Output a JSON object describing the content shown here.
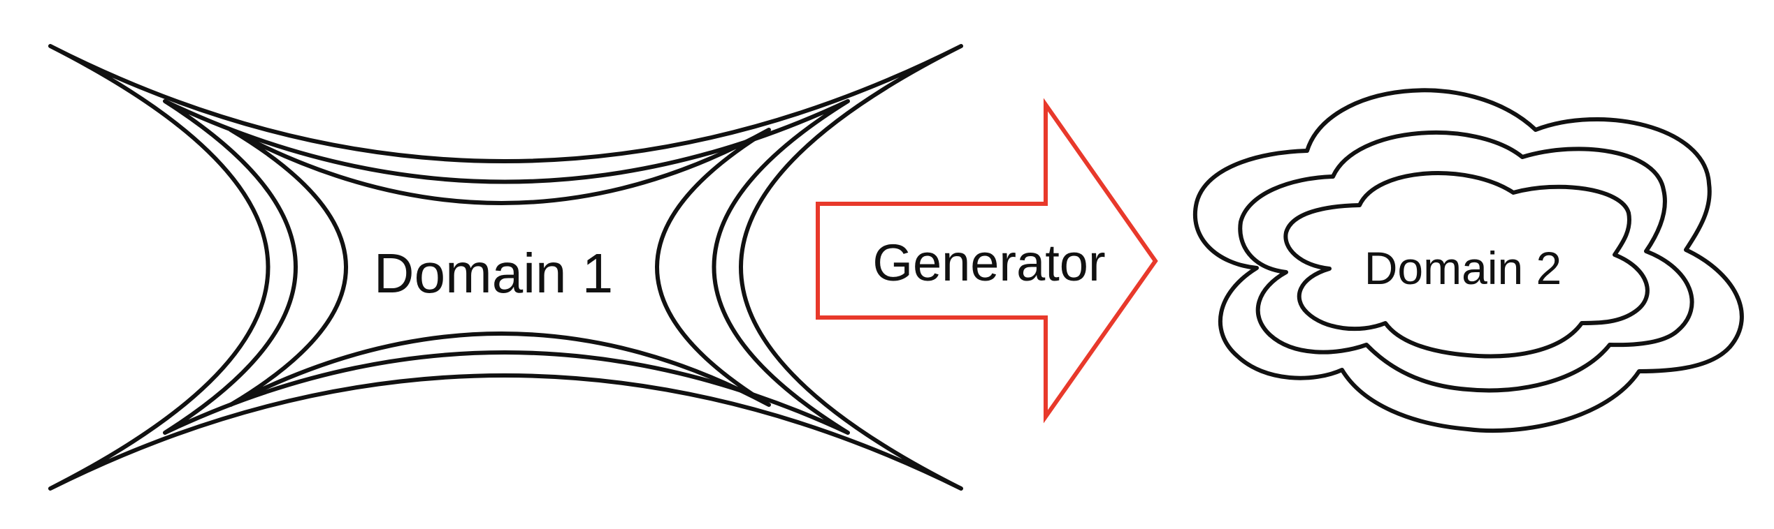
{
  "diagram": {
    "domain1": {
      "label": "Domain 1"
    },
    "generator": {
      "label": "Generator"
    },
    "domain2": {
      "label": "Domain 2"
    }
  },
  "colors": {
    "outline": "#111111",
    "arrow": "#e8392b",
    "background": "#ffffff"
  }
}
